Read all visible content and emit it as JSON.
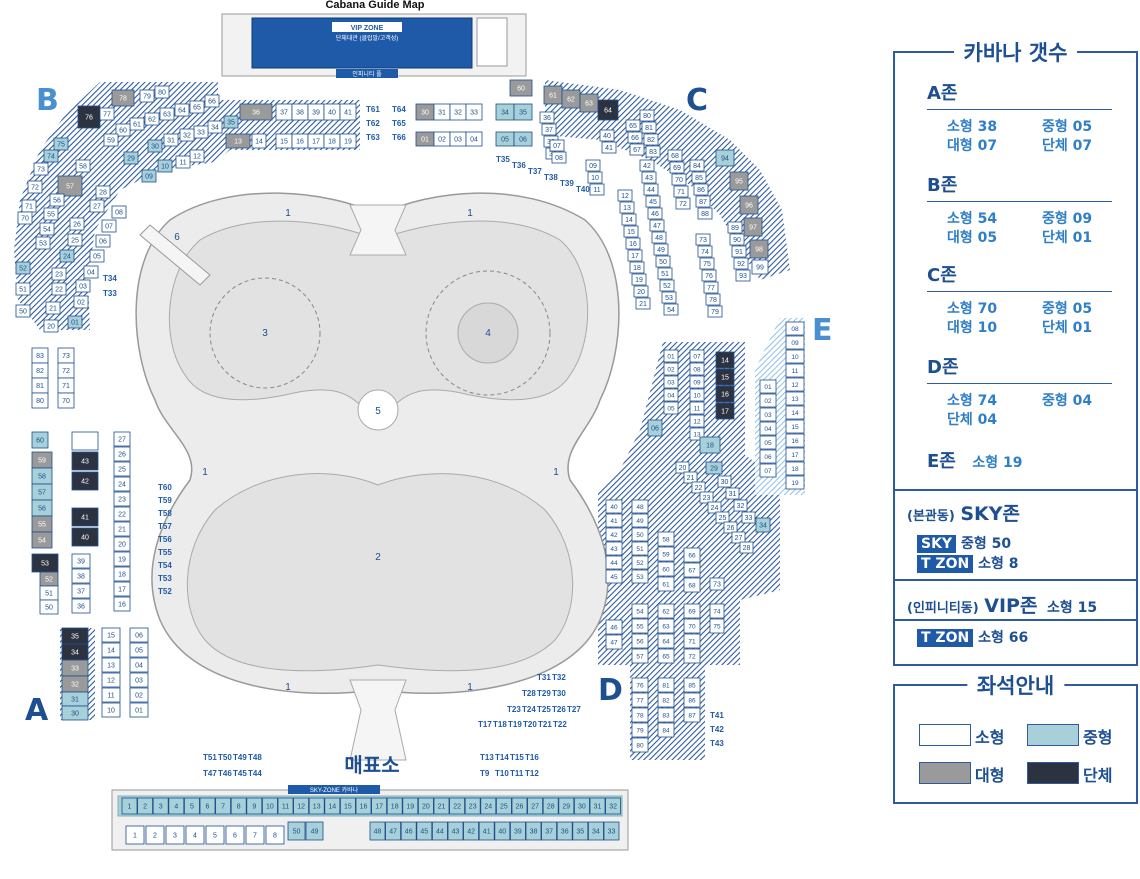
{
  "map": {
    "title": "Cabana Guide Map",
    "vip_zone_label": "VIP ZONE",
    "vip_zone_sub": "단체대관 (클럽말/고객성)",
    "infinity_pool": "인피니티 풀",
    "sky_zone_label": "SKY-ZONE 카바나",
    "ticket_office": "매표소",
    "zone_letters": {
      "a": "A",
      "b": "B",
      "c": "C",
      "d": "D",
      "e": "E"
    },
    "pools": {
      "p1": "1",
      "p2": "2",
      "p3": "3",
      "p4": "4",
      "p5": "5",
      "p6": "6"
    },
    "colors": {
      "navy": "#1d4f91",
      "teal": "#a7d0d8",
      "gray": "#9a9a9a",
      "dark": "#2c3240",
      "hatch": "#2d5aa0"
    },
    "b_row1": [
      "37",
      "38",
      "39",
      "40",
      "41"
    ],
    "b_row2": [
      "15",
      "16",
      "17",
      "18",
      "19"
    ],
    "b_dark": "76",
    "b_gray": [
      "78",
      "36",
      "13",
      "57"
    ],
    "t_top_left": [
      "T61",
      "T62",
      "T63"
    ],
    "t_top_mid": [
      "T64",
      "T65",
      "T66"
    ],
    "c_row1_gray": [
      "30"
    ],
    "c_row1": [
      "31",
      "32",
      "33"
    ],
    "c_row2_gray": [
      "01"
    ],
    "c_row2": [
      "02",
      "03",
      "04"
    ],
    "c_teal_a": [
      "34",
      "35"
    ],
    "c_teal_b": [
      "05",
      "06"
    ],
    "c_gray_top": [
      "60",
      "61",
      "62",
      "63"
    ],
    "c_dark_top": "64",
    "t_c_arc": [
      "T35",
      "T36",
      "T37",
      "T38",
      "T39",
      "T40"
    ],
    "c_right_teal": "94",
    "c_right_gray": [
      "95",
      "96",
      "97",
      "98"
    ],
    "c_right_end": "99",
    "e_col1": [
      "08",
      "09",
      "10",
      "11",
      "12",
      "13",
      "14",
      "15",
      "16",
      "17",
      "18",
      "19"
    ],
    "e_col2": [
      "01",
      "02",
      "03",
      "04",
      "05",
      "06",
      "07"
    ],
    "d_dark": [
      "14",
      "15",
      "16",
      "17"
    ],
    "d_teal": [
      "18",
      "06",
      "29",
      "34"
    ],
    "left_col_a": [
      "83",
      "82",
      "81",
      "80"
    ],
    "left_col_b": [
      "73",
      "72",
      "71",
      "70"
    ],
    "a_col_teal_top": "60",
    "a_col_gray": [
      "59",
      "55",
      "54"
    ],
    "a_col_teal": [
      "58",
      "57",
      "56"
    ],
    "a_col_dark": [
      "43",
      "42",
      "41",
      "40"
    ],
    "a_dark_53": "53",
    "a_gray_52": "52",
    "a_plain": [
      "51",
      "50"
    ],
    "a_col39": [
      "39",
      "38",
      "37",
      "36"
    ],
    "a_col27": [
      "27",
      "26",
      "25",
      "24",
      "23",
      "22",
      "21",
      "20",
      "19",
      "18",
      "17",
      "16"
    ],
    "a_t_col": [
      "T60",
      "T59",
      "T58",
      "T57",
      "T56",
      "T55",
      "T54",
      "T53",
      "T52"
    ],
    "a_low_dark": [
      "35",
      "34"
    ],
    "a_low_gray": [
      "33",
      "32"
    ],
    "a_low_teal": [
      "31",
      "30"
    ],
    "a_low_col2": [
      "15",
      "14",
      "13",
      "12",
      "11",
      "10"
    ],
    "a_low_col3": [
      "06",
      "05",
      "04",
      "03",
      "02",
      "01"
    ],
    "t_bottom_left1": [
      "T51",
      "T50",
      "T49",
      "T48"
    ],
    "t_bottom_left2": [
      "T47",
      "T46",
      "T45",
      "T44"
    ],
    "t_bottom_mid1": [
      "T13",
      "T14",
      "T15",
      "T16"
    ],
    "t_bottom_mid2": [
      "T9",
      "T10",
      "T11",
      "T12"
    ],
    "t_right1": [
      "T31",
      "T32"
    ],
    "t_right2": [
      "T28",
      "T29",
      "T30"
    ],
    "t_right3": [
      "T23",
      "T24",
      "T25",
      "T26",
      "T27"
    ],
    "t_right4": [
      "T17",
      "T18",
      "T19",
      "T20",
      "T21",
      "T22"
    ],
    "t_d": [
      "T41",
      "T42",
      "T43"
    ],
    "sky_top": [
      "1",
      "2",
      "3",
      "4",
      "5",
      "6",
      "7",
      "8",
      "9",
      "10",
      "11",
      "12",
      "13",
      "14",
      "15",
      "16",
      "17",
      "18",
      "19",
      "20",
      "21",
      "22",
      "23",
      "24",
      "25",
      "26",
      "27",
      "28",
      "29",
      "30",
      "31",
      "32"
    ],
    "sky_bottom_left": [
      "1",
      "2",
      "3",
      "4",
      "5",
      "6",
      "7",
      "8"
    ],
    "sky_bottom_mid": [
      "50",
      "49"
    ],
    "sky_bottom_right": [
      "48",
      "47",
      "46",
      "45",
      "44",
      "43",
      "42",
      "41",
      "40",
      "39",
      "38",
      "37",
      "36",
      "35",
      "34",
      "33"
    ]
  },
  "legend": {
    "title": "카바나 갯수",
    "zones": [
      {
        "name": "A존",
        "items": [
          "소형 38",
          "중형 05",
          "대형 07",
          "단체 07"
        ]
      },
      {
        "name": "B존",
        "items": [
          "소형 54",
          "중형 09",
          "대형 05",
          "단체 01"
        ]
      },
      {
        "name": "C존",
        "items": [
          "소형 70",
          "중형 05",
          "대형 10",
          "단체 01"
        ]
      },
      {
        "name": "D존",
        "items": [
          "소형 74",
          "중형 04",
          "단체 04"
        ]
      }
    ],
    "e_zone": "E존",
    "e_count": "소형 19",
    "sky_prefix": "(본관동)",
    "sky_name": "SKY존",
    "sky_tag": "SKY",
    "sky_line1": "중형 50",
    "tzon_tag": "T ZON",
    "sky_line2": "소형 8",
    "vip_prefix": "(인피니티동)",
    "vip_name": "VIP존",
    "vip_count": "소형 15",
    "tzon_tag2": "T ZON",
    "vip_tzone": "소형 66"
  },
  "seat_legend": {
    "title": "좌석안내",
    "small": "소형",
    "medium": "중형",
    "large": "대형",
    "group": "단체",
    "colors": {
      "small": "#ffffff",
      "medium": "#a7d0d8",
      "large": "#9a9a9a",
      "group": "#2c3240"
    }
  }
}
